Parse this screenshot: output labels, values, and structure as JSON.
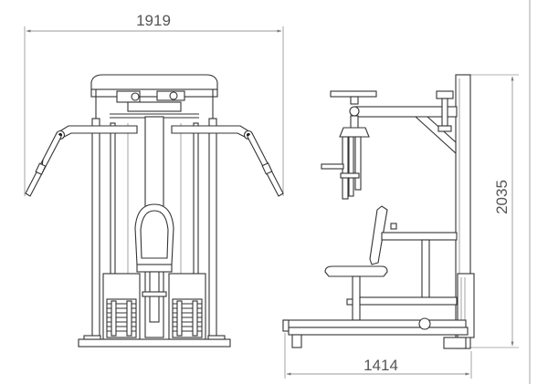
{
  "drawing": {
    "front_view": {
      "width_dimension": "1919"
    },
    "side_view": {
      "height_dimension": "2035",
      "depth_dimension": "1414"
    }
  }
}
